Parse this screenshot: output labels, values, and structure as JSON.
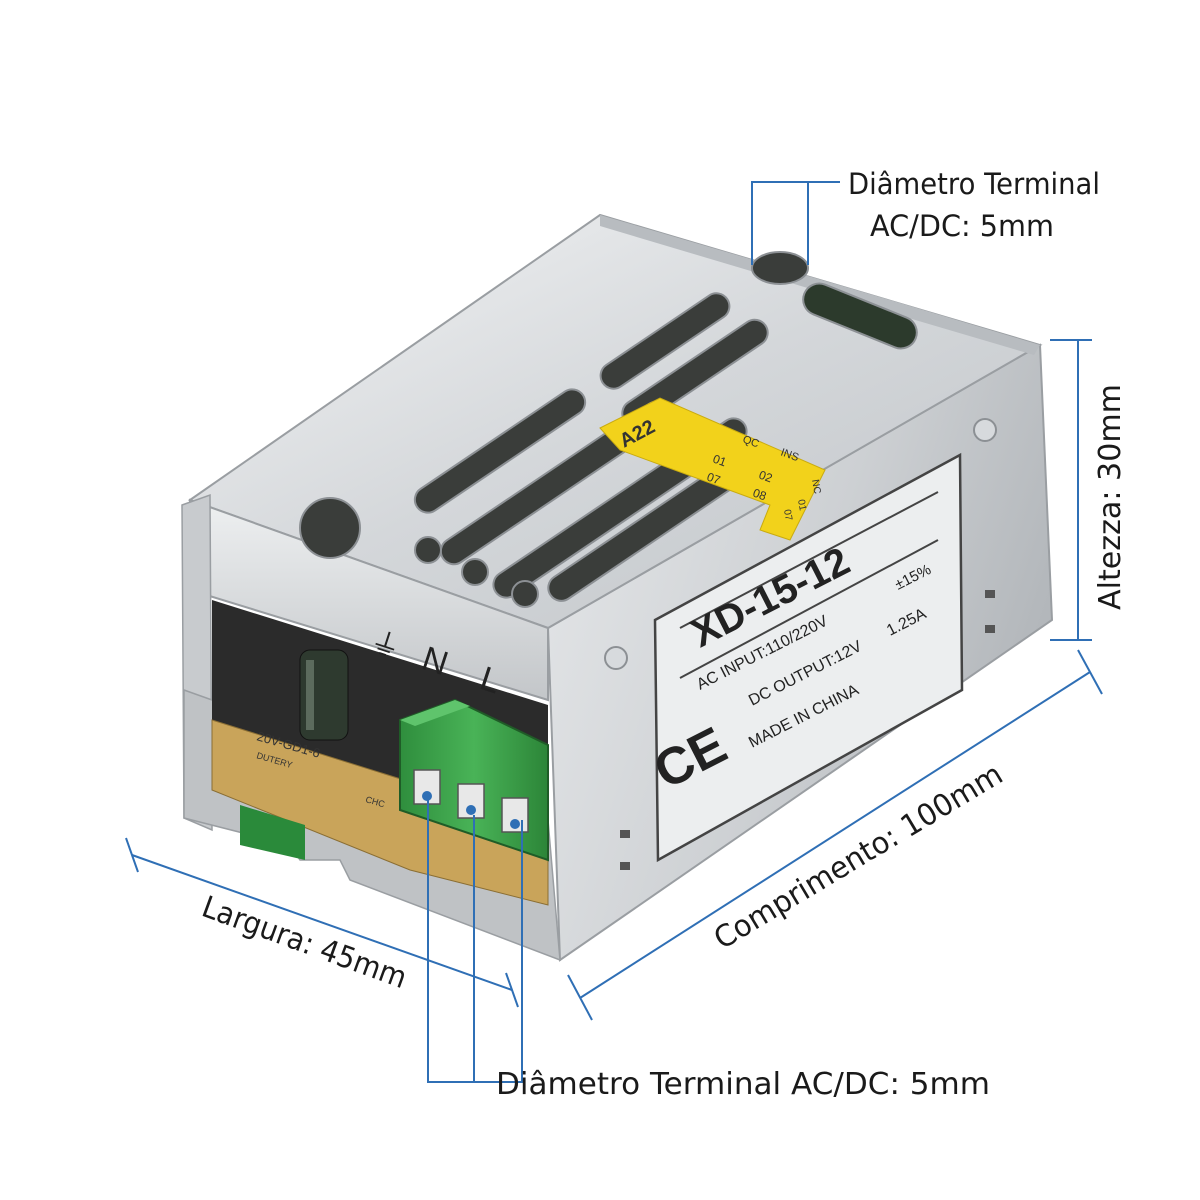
{
  "annotations": {
    "top_terminal": {
      "line1": "Diâmetro Terminal",
      "line2": "AC/DC: 5mm"
    },
    "height": "Altezza: 30mm",
    "length": "Comprimento: 100mm",
    "width": "Largura: 45mm",
    "bottom_terminal": "Diâmetro Terminal AC/DC: 5mm"
  },
  "product_label": {
    "model": "XD-15-12",
    "ac_input": "AC INPUT:110/220V",
    "tolerance": "±15%",
    "dc_output": "DC OUTPUT:12V",
    "current": "1.25A",
    "origin": "MADE IN CHINA",
    "ce_mark": "CE"
  },
  "qc_tape": {
    "code": "A22",
    "header_qc": "QC",
    "header_ins": "INS",
    "cells": [
      "01",
      "02",
      "07",
      "08"
    ],
    "side_a": "01",
    "side_b": "07",
    "side_c": "NC"
  },
  "terminal_marks": {
    "ground": "⏚",
    "n": "N",
    "l": "L"
  },
  "pcb_text": {
    "line1": "20V-GD1-6",
    "line2": "DUTERY",
    "line3": "CHC"
  },
  "colors": {
    "dimension_line": "#2f6fb5",
    "housing": "#cfd2d6",
    "terminal_block": "#3aa34a",
    "qc_tape": "#f2d21b",
    "pcb": "#c9a45a"
  }
}
